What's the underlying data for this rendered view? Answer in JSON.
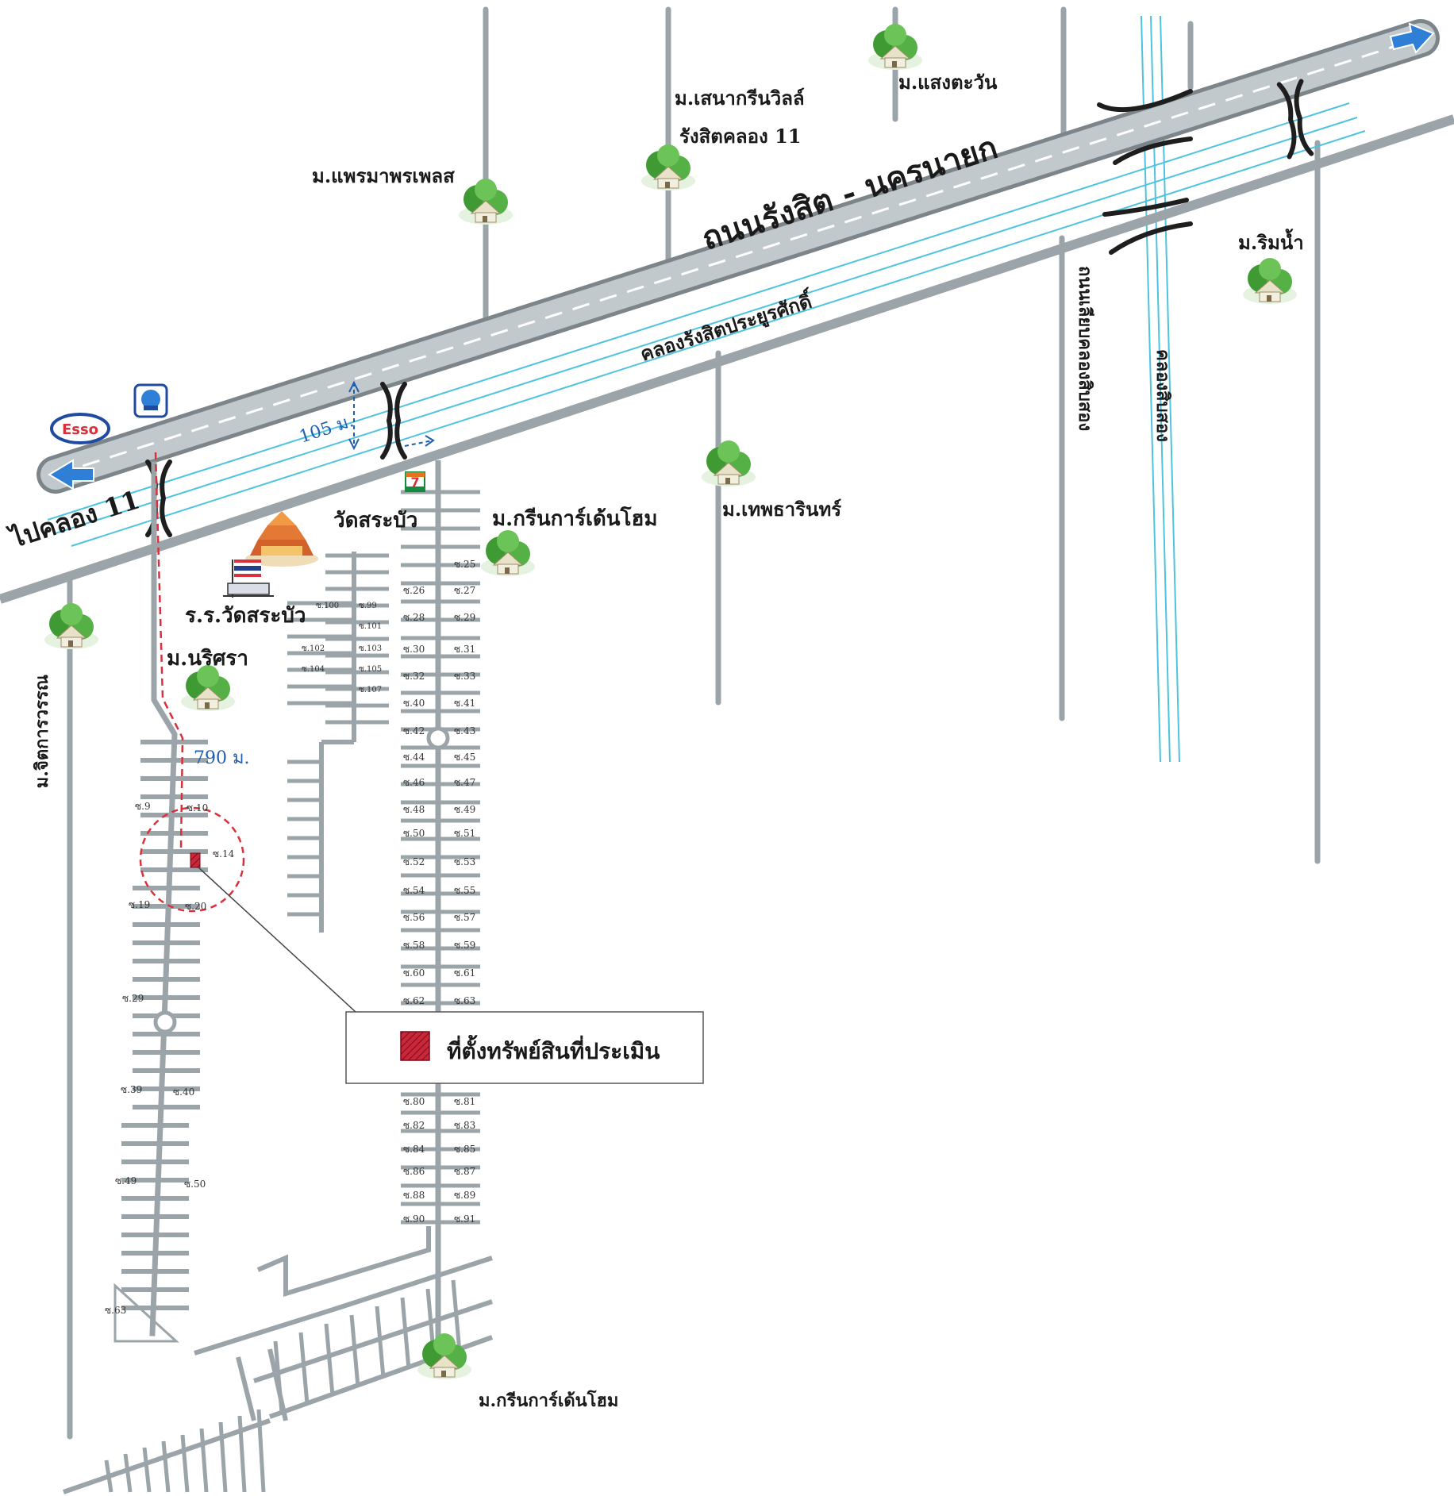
{
  "roads": {
    "main_road": "ถนนรังสิต - นครนายก",
    "to_khlong": "ไปคลอง 11",
    "canal": "คลองรังสิตประยูรศักดิ์",
    "side_road": "ถนนเลียบคลองสิบสอง",
    "side_canal": "คลองสิบสอง"
  },
  "places": {
    "saengtawan": "ม.แสงตะวัน",
    "sena_green": "ม.เสนากรีนวิลล์",
    "sena_green_2": "รังสิตคลอง 11",
    "phraemaphorn": "ม.แพรมาพรเพลส",
    "rimnam": "ม.ริมน้ำ",
    "thepharin": "ม.เทพธารินทร์",
    "wat": "วัดสระบัว",
    "greengarden_top": "ม.กรีนการ์เด้นโฮม",
    "school": "ร.ร.วัดสระบัว",
    "narisara": "ม.นริศรา",
    "chitkarawan": "ม.จิตการวรรณ",
    "greengarden_bottom": "ม.กรีนการ์เด้นโฮม"
  },
  "distances": {
    "d1": "105 ม.",
    "d2": "790 ม."
  },
  "legend": {
    "label": "ที่ตั้งทรัพย์สินที่ประเมิน"
  },
  "brands": {
    "esso": "Esso",
    "seven": "7"
  },
  "soi_left": [
    {
      "id": "l9",
      "t": "ซ.9"
    },
    {
      "id": "l10",
      "t": "ซ.10"
    },
    {
      "id": "l14",
      "t": "ซ.14"
    },
    {
      "id": "l19",
      "t": "ซ.19"
    },
    {
      "id": "l20",
      "t": "ซ.20"
    },
    {
      "id": "l29",
      "t": "ซ.29"
    },
    {
      "id": "l39",
      "t": "ซ.39"
    },
    {
      "id": "l40",
      "t": "ซ.40"
    },
    {
      "id": "l49",
      "t": "ซ.49"
    },
    {
      "id": "l50",
      "t": "ซ.50"
    },
    {
      "id": "l63",
      "t": "ซ.63"
    }
  ],
  "soi_right": [
    "ซ.25",
    "ซ.26",
    "ซ.27",
    "ซ.28",
    "ซ.29",
    "ซ.30",
    "ซ.31",
    "ซ.32",
    "ซ.33",
    "ซ.40",
    "ซ.41",
    "ซ.42",
    "ซ.43",
    "ซ.44",
    "ซ.45",
    "ซ.46",
    "ซ.47",
    "ซ.48",
    "ซ.49",
    "ซ.50",
    "ซ.51",
    "ซ.52",
    "ซ.53",
    "ซ.54",
    "ซ.55",
    "ซ.56",
    "ซ.57",
    "ซ.58",
    "ซ.59",
    "ซ.60",
    "ซ.61",
    "ซ.62",
    "ซ.63",
    "ซ.80",
    "ซ.81",
    "ซ.82",
    "ซ.83",
    "ซ.84",
    "ซ.85",
    "ซ.86",
    "ซ.87",
    "ซ.88",
    "ซ.89",
    "ซ.90",
    "ซ.91"
  ],
  "soi_mid": [
    "ซ.100",
    "ซ.99",
    "ซ.101",
    "ซ.102",
    "ซ.103",
    "ซ.104",
    "ซ.105",
    "ซ.107"
  ]
}
